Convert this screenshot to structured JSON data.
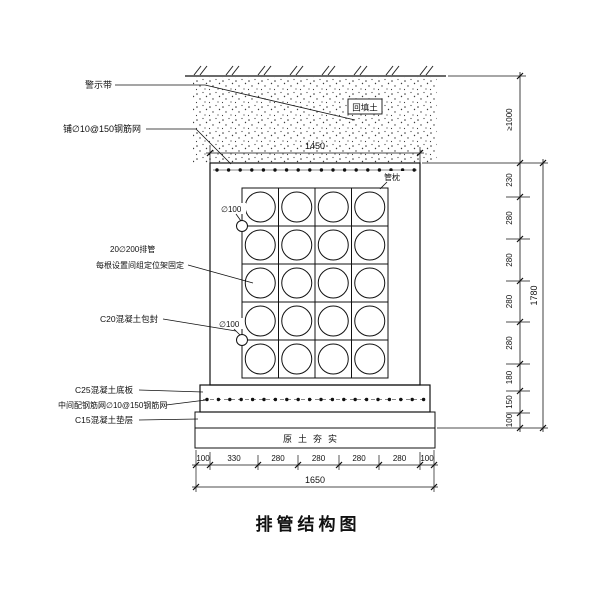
{
  "title": "排管结构图",
  "labels": {
    "warning_tape": "警示带",
    "top_mesh": "铺∅10@150钢筋网",
    "pipes_line1": "20∅200排管",
    "pipes_line2": "每根设置间组定位架固定",
    "encasement": "C20混凝土包封",
    "base_slab": "C25混凝土底板",
    "mid_mesh": "中间配钢筋网∅10@150钢筋网",
    "cushion": "C15混凝土垫层",
    "backfill": "回填土",
    "pipe_support": "管枕",
    "compacted_soil": "原土夯实",
    "small_pipe_dia_top": "∅100",
    "small_pipe_dia_bottom": "∅100"
  },
  "dimensions": {
    "top_width": "1450",
    "bottom_segments": [
      "100",
      "330",
      "280",
      "280",
      "280",
      "280",
      "100"
    ],
    "bottom_total": "1650",
    "fill_depth": "≥1000",
    "right_segments": [
      "230",
      "280",
      "280",
      "280",
      "280",
      "180",
      "150",
      "100"
    ],
    "right_total": "1780"
  },
  "structure": {
    "pipe_grid": {
      "rows": 5,
      "cols": 4,
      "pipe_label": "20∅200"
    }
  }
}
